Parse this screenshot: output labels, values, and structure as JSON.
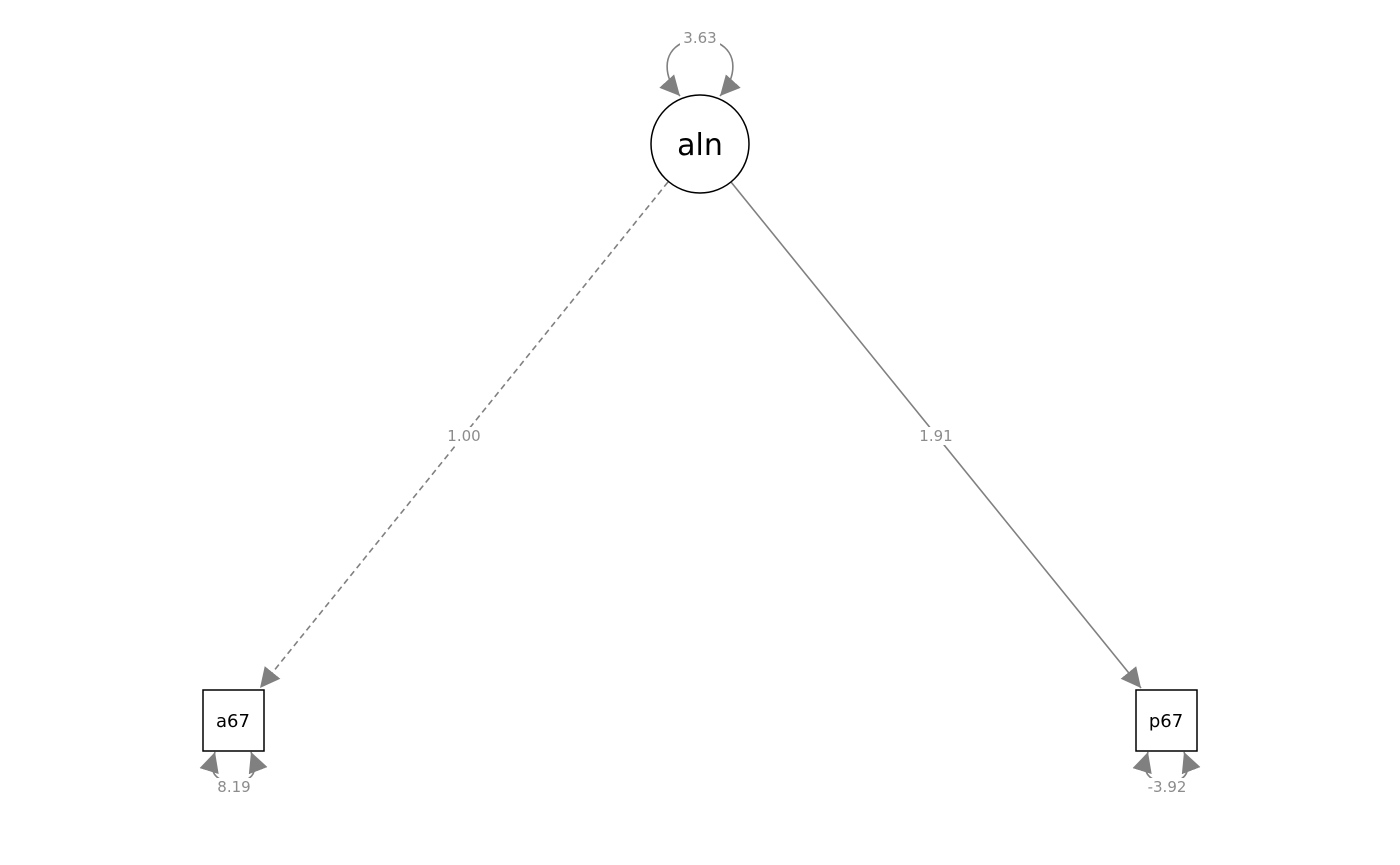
{
  "diagram": {
    "nodes": {
      "latent": {
        "label": "aln"
      },
      "manifest_left": {
        "label": "a67"
      },
      "manifest_right": {
        "label": "p67"
      }
    },
    "edges": {
      "loading_left": {
        "label": "1.00",
        "style": "dashed"
      },
      "loading_right": {
        "label": "1.91",
        "style": "solid"
      }
    },
    "variances": {
      "latent": {
        "label": "3.63"
      },
      "manifest_left": {
        "label": "8.19"
      },
      "manifest_right": {
        "label": "-3.92"
      }
    },
    "colors": {
      "edge": "#808080",
      "edge_label": "#8c8c8c",
      "node_stroke": "#000000",
      "node_fill": "#ffffff"
    }
  }
}
